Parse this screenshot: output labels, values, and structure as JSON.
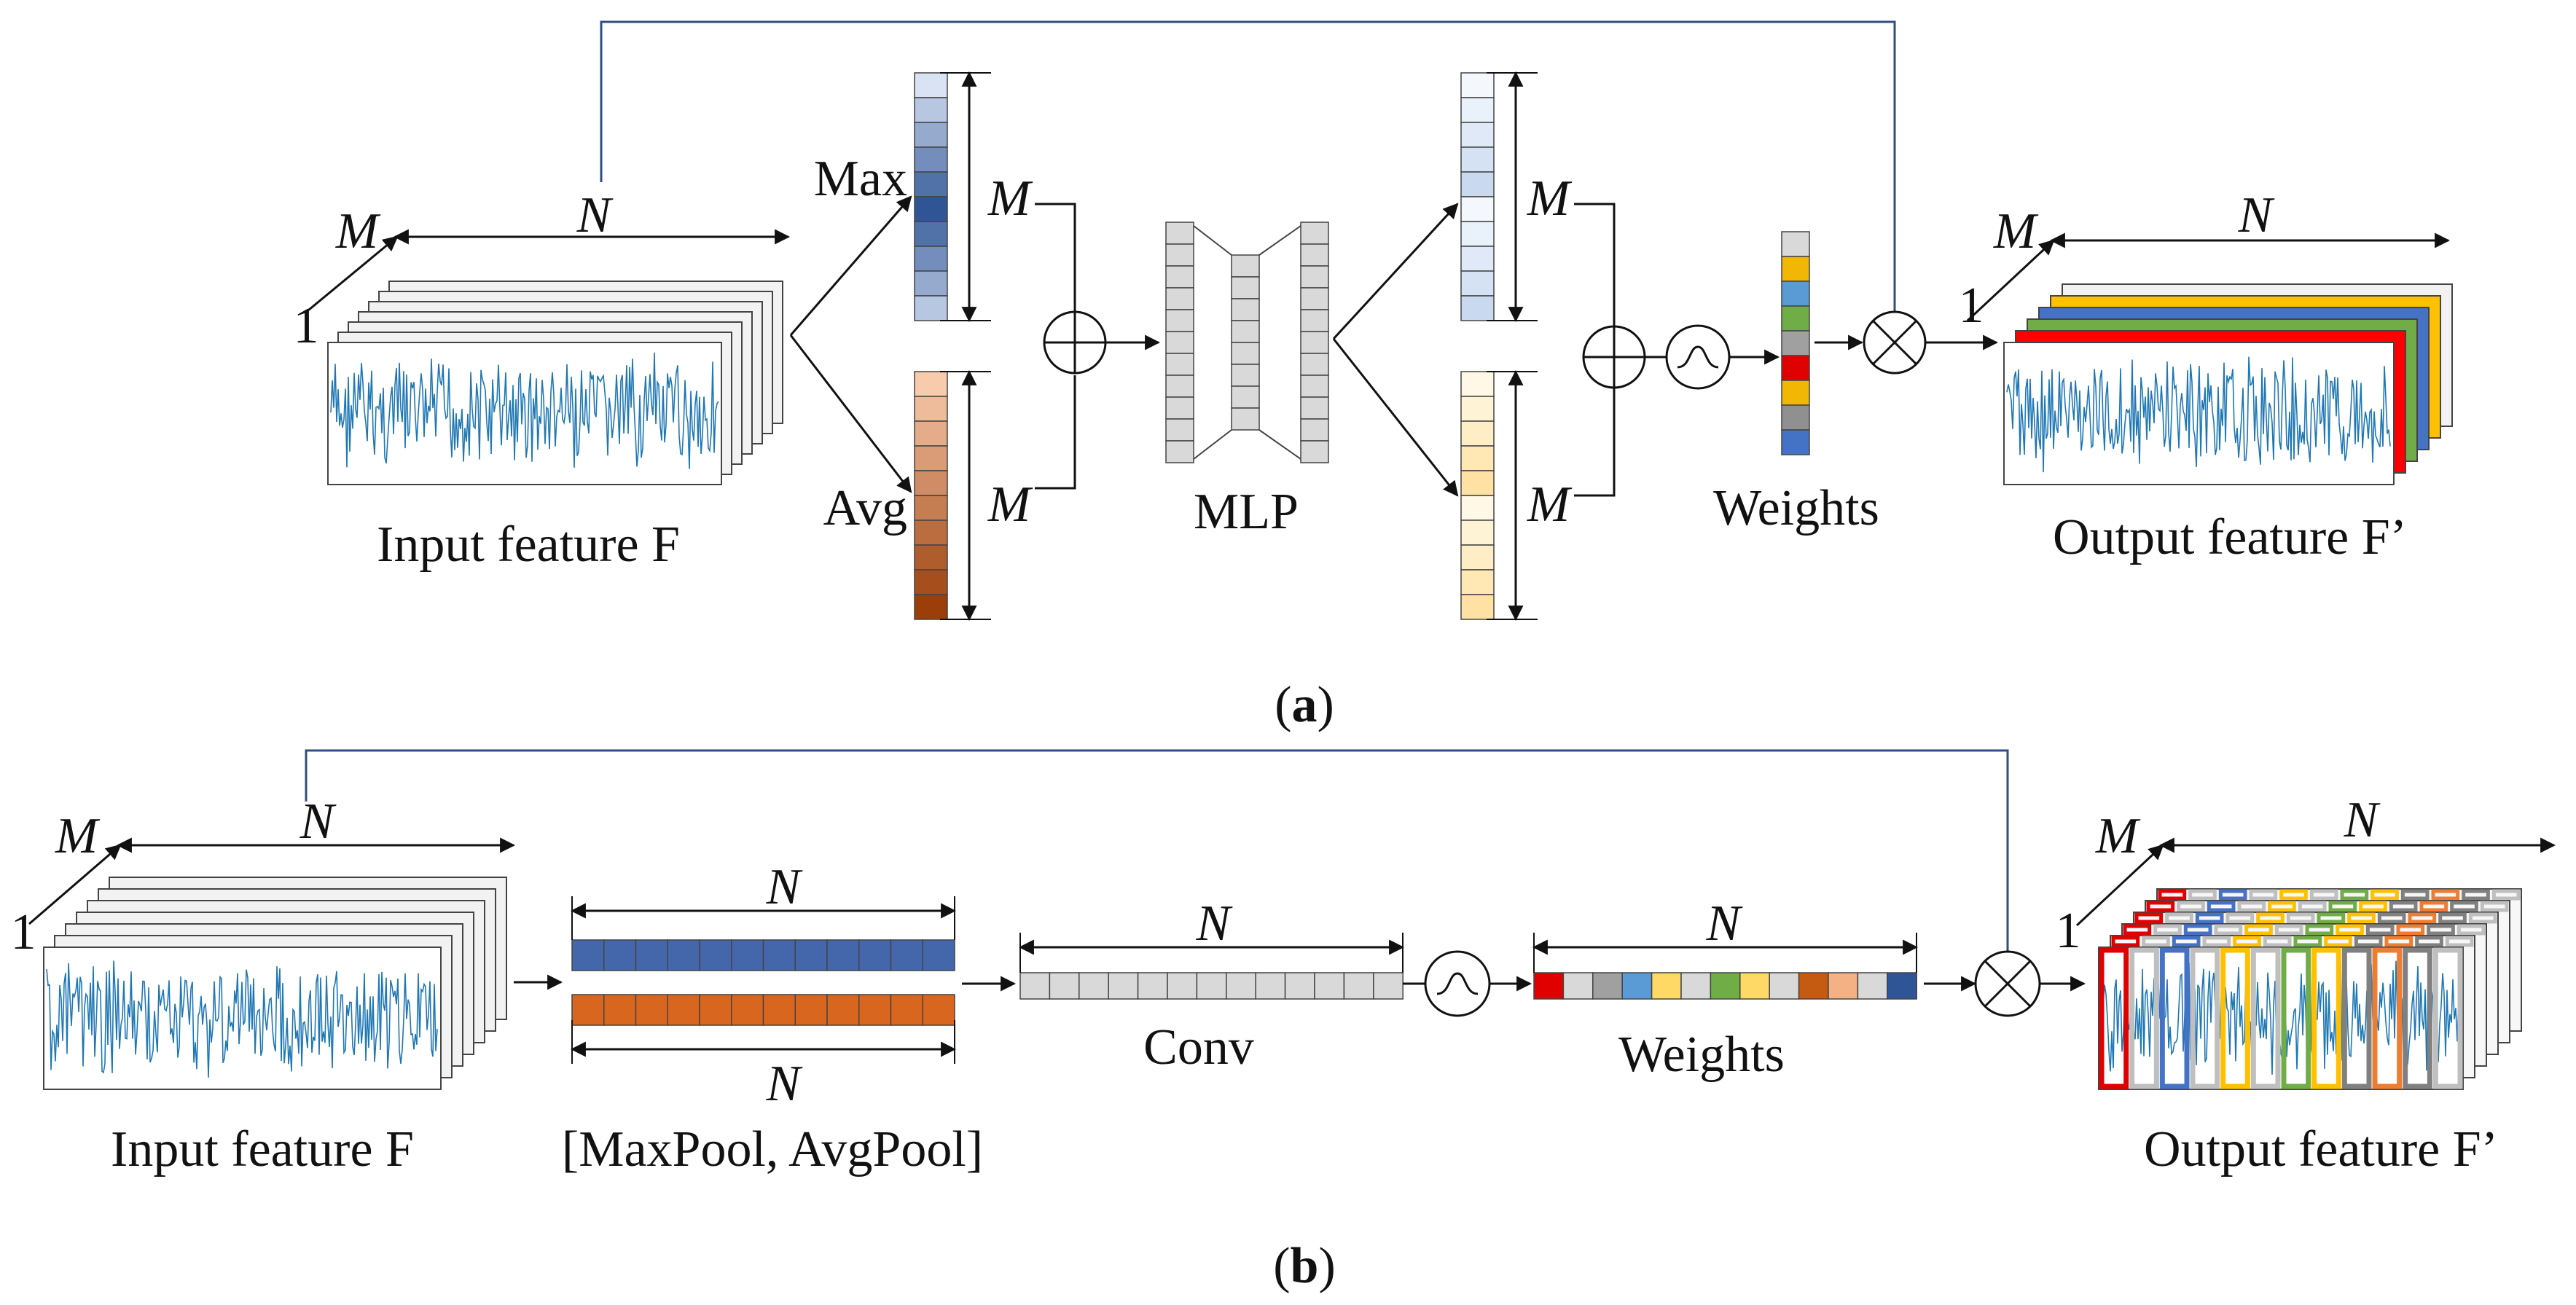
{
  "panel_a": {
    "caption": "(a)",
    "caption_letter": "a",
    "input_label": "Input feature F",
    "output_label": "Output feature F’",
    "dim_M": "M",
    "dim_N": "N",
    "dim_1": "1",
    "max_label": "Max",
    "avg_label": "Avg",
    "mlp_label": "MLP",
    "weights_label": "Weights",
    "add_icon": "circle-plus-icon",
    "sigmoid_icon": "sigmoid-icon",
    "multiply_icon": "circle-times-icon",
    "weight_colors": [
      "#d9d9d9",
      "#f2b705",
      "#5b9bd5",
      "#70ad47",
      "#a0a0a0",
      "#e00000",
      "#f2b705",
      "#909090",
      "#4472c4"
    ],
    "output_layer_colors": [
      "#ffc000",
      "#4472c4",
      "#70ad47",
      "#ff0000"
    ]
  },
  "panel_b": {
    "caption": "(b)",
    "caption_letter": "b",
    "input_label": "Input feature F",
    "output_label": "Output feature F’",
    "dim_M": "M",
    "dim_N": "N",
    "dim_1": "1",
    "pool_label": "[MaxPool, AvgPool]",
    "conv_label": "Conv",
    "weights_label": "Weights",
    "sigmoid_icon": "sigmoid-icon",
    "multiply_icon": "circle-times-icon",
    "weight_colors": [
      "#e00000",
      "#d9d9d9",
      "#a0a0a0",
      "#5b9bd5",
      "#ffd966",
      "#d9d9d9",
      "#70ad47",
      "#ffd966",
      "#d9d9d9",
      "#c55a11",
      "#f4b183",
      "#d9d9d9",
      "#2f5597"
    ],
    "band_colors": [
      "#e00000",
      "#bfbfbf",
      "#4472c4",
      "#bfbfbf",
      "#ffc000",
      "#bfbfbf",
      "#70ad47",
      "#ffc000",
      "#808080",
      "#ed7d31",
      "#808080",
      "#bfbfbf"
    ]
  },
  "colors": {
    "signal": "#1f77b4",
    "skip_line": "#2f4f7f",
    "max_dark": "#2f5597",
    "max_light": "#dae3f3",
    "avg_dark": "#9c3e0a",
    "avg_light": "#f8cbad",
    "cell_grey": "#d9d9d9",
    "pool_blue": "#4466aa",
    "pool_orange": "#d9661f"
  }
}
